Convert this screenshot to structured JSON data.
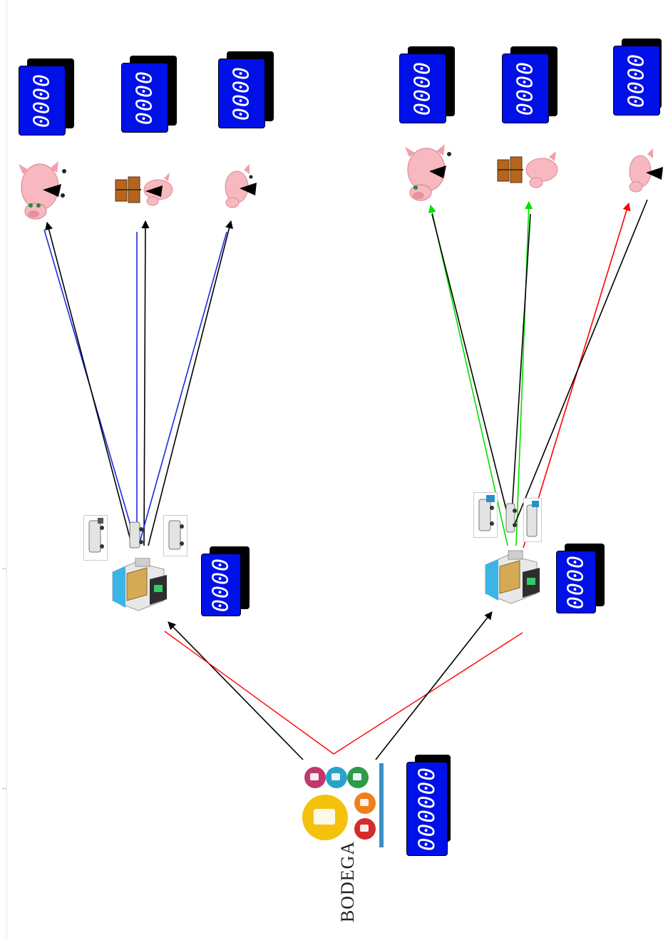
{
  "counters": {
    "pen_1": "0000",
    "pen_2": "0000",
    "pen_3": "0000",
    "pen_4": "0000",
    "pen_5": "0000",
    "pen_6": "0000",
    "mill_left": "0000",
    "mill_right": "0000",
    "warehouse": "000000"
  },
  "warehouse_label": "BODEGA",
  "colors": {
    "counter_face": "#0010e8",
    "line_black": "#000000",
    "line_blue": "#1a2be0",
    "line_green": "#00e000",
    "line_red": "#ff0000"
  },
  "icons": [
    "pig-icon",
    "pig-sign-icon",
    "small-pig-icon",
    "silo-truck-icon",
    "feed-mill-icon",
    "warehouse-logo-icon"
  ]
}
